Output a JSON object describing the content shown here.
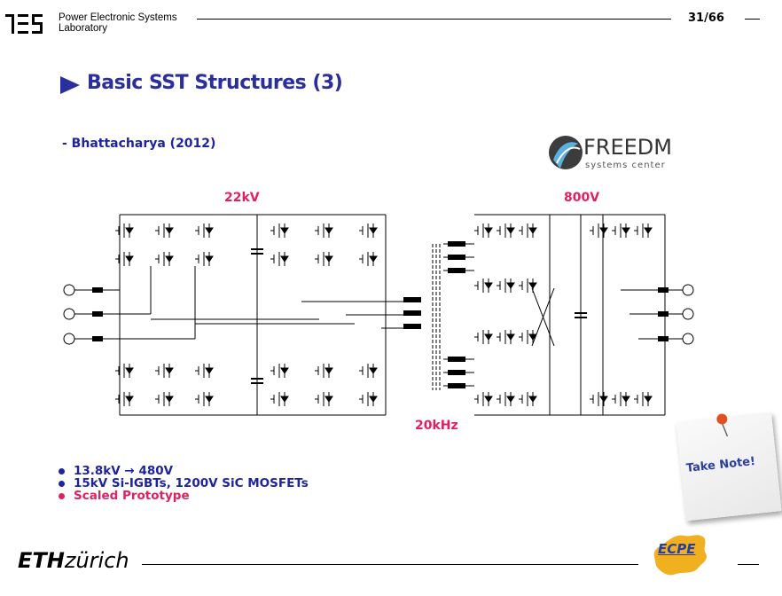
{
  "header": {
    "logo_mark": "PES",
    "lab_line1": "Power Electronic Systems",
    "lab_line2": "Laboratory",
    "page_number": "31/66"
  },
  "slide": {
    "title": "Basic SST Structures (3)",
    "subtitle": "- Bhattacharya (2012)",
    "freedm_logo": {
      "main": "FREEDM",
      "sub": "systems center"
    }
  },
  "diagram": {
    "label_22kv": "22kV",
    "label_800v": "800V",
    "label_20khz": "20kHz"
  },
  "bullets": [
    {
      "text": "13.8kV → 480V",
      "color": "#1e24a0"
    },
    {
      "text": "15kV Si-IGBTs, 1200V SiC MOSFETs",
      "color": "#1e24a0"
    },
    {
      "text": "Scaled Prototype",
      "color": "#e0205f"
    }
  ],
  "note": {
    "text": "Take Note!"
  },
  "footer": {
    "eth_bold": "ETH",
    "eth_rest": "zürich",
    "ecpe": "ECPE"
  },
  "colors": {
    "title_blue": "#2a2f9e",
    "accent_pink": "#e0205f"
  }
}
